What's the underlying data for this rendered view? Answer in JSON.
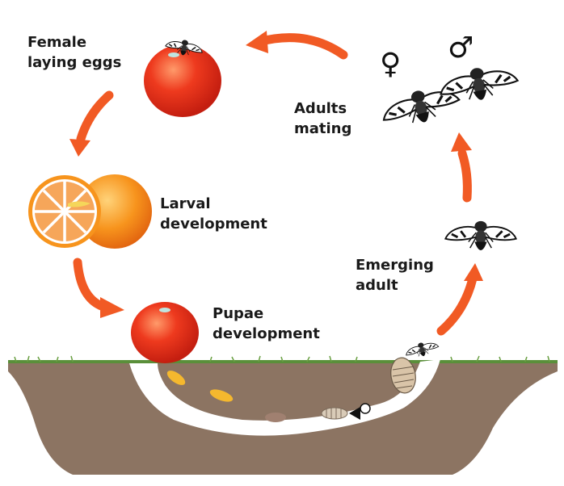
{
  "labels": {
    "female_laying_eggs": "Female\nlaying eggs",
    "adults_mating": "Adults\nmating",
    "larval_development": "Larval\ndevelopment",
    "pupae_development": "Pupae\ndevelopment",
    "emerging_adult": "Emerging\nadult"
  },
  "symbols": {
    "female": "♀",
    "male": "♂"
  },
  "colors": {
    "arrow": "#f15a24",
    "fruit": "#e8321e",
    "fruit_highlight": "#ff8a5c",
    "orange": "#f7941d",
    "larva": "#f5b82e",
    "soil": "#8b7260",
    "tunnel": "#ffffff",
    "grass": "#5a8f3a",
    "text": "#1a1a1a"
  }
}
